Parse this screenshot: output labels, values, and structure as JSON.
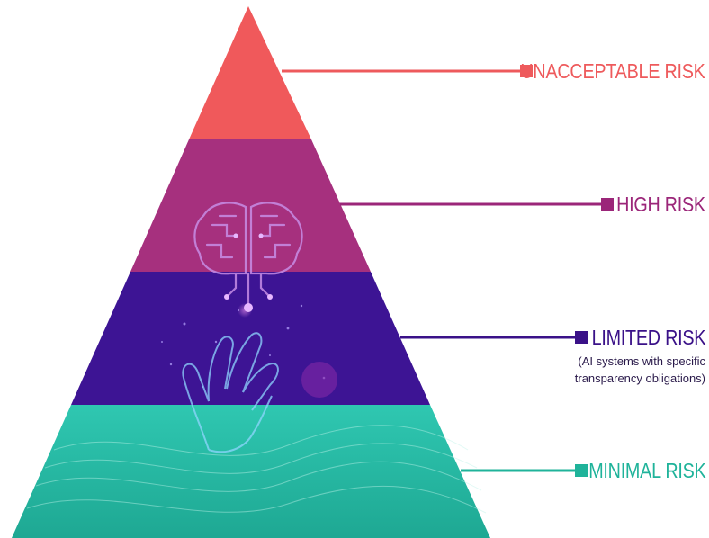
{
  "tiers": [
    {
      "label": "UNACCEPTABLE RISK",
      "color": "#f0595b",
      "line_color": "#ee5a5c"
    },
    {
      "label": "HIGH RISK",
      "color": "#a6307e",
      "line_color": "#9b2679"
    },
    {
      "label": "LIMITED RISK",
      "color": "#3d1494",
      "line_color": "#3a1188",
      "note_lines": [
        "(AI systems with specific",
        "transparency obligations)"
      ]
    },
    {
      "label": "MINIMAL RISK",
      "color": "#25b8a2",
      "line_color": "#1fb39a"
    }
  ],
  "illustration": {
    "icons": [
      "brain-circuit-icon",
      "hand-icon"
    ]
  }
}
